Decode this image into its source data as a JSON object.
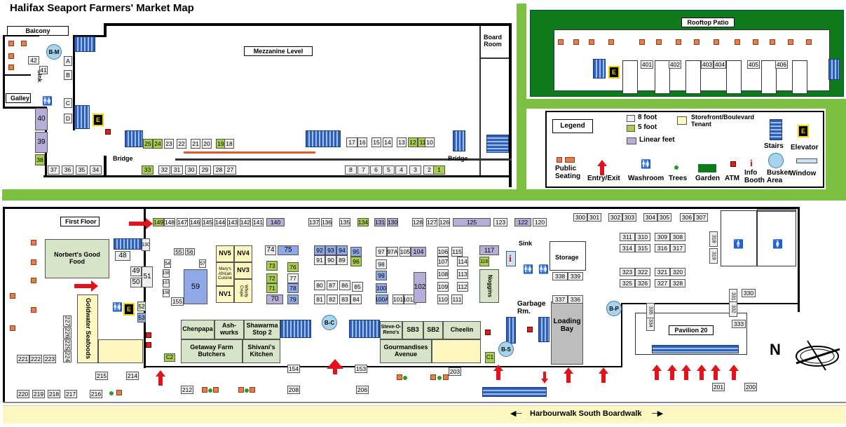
{
  "title": "Halifax Seaport Farmers' Market Map",
  "mezzanine": {
    "label": "Mezzanine Level",
    "balcony": "Balcony",
    "galley": "Galley",
    "sink": "Sink",
    "board_room": "Board Room",
    "bridge_left": "Bridge",
    "bridge_right": "Bridge",
    "busker": "B-M",
    "letters": [
      "A",
      "B",
      "C",
      "D"
    ],
    "stalls_bottom": [
      "37",
      "36",
      "35",
      "34",
      "33",
      "32",
      "31",
      "30",
      "29",
      "28",
      "27",
      "8",
      "7",
      "6",
      "5",
      "4",
      "3",
      "2",
      "1"
    ],
    "stalls_top": [
      "25",
      "24",
      "23",
      "22",
      "21",
      "20",
      "19",
      "18",
      "17",
      "16",
      "15",
      "14",
      "13",
      "12",
      "11",
      "10"
    ],
    "stalls_side": [
      "40",
      "39",
      "38"
    ],
    "stall_42": "42",
    "stall_41": "41"
  },
  "rooftop": {
    "label": "Rooftop Patio",
    "stalls": [
      "401",
      "402",
      "403",
      "404",
      "405",
      "406"
    ]
  },
  "legend": {
    "title": "Legend",
    "eight_foot": "8 foot",
    "five_foot": "5 foot",
    "linear_feet": "Linear feet",
    "storefront": "Storefront/Boulevard Tenant",
    "stairs": "Stairs",
    "elevator": "Elevator",
    "public_seating": "Public Seating",
    "entry_exit": "Entry/Exit",
    "washroom": "Washroom",
    "trees": "Trees",
    "garden": "Garden",
    "atm": "ATM",
    "info_booth": "Info Booth",
    "busker_area": "Busker Area",
    "window": "Window",
    "colors": {
      "eight": "#ffffff",
      "five": "#a7cf4a",
      "linear": "#b6aed6",
      "storefront": "#fff7c0",
      "garden": "#0f7a1c"
    }
  },
  "first_floor": {
    "label": "First Floor",
    "norberts": "Norbert's Good Food",
    "goldwater": "Goldwater Seafoods",
    "tenants": {
      "chenpapa": "Chenpapa",
      "ashwurks": "Ash-wurks",
      "shawarma": "Shawarma Stop 2",
      "getaway": "Getaway Farm Butchers",
      "shivani": "Shivani's Kitchen",
      "steve": "Steve-O-Reno's",
      "sb3": "SB3",
      "sb2": "SB2",
      "cheelin": "Cheelin",
      "gourmandises": "Gourmandises Avenue",
      "noggins": "Noggins",
      "marys": "Mary's African Cuisine",
      "wholly": "Wholly Crepe",
      "nv5": "NV5",
      "nv4": "NV4",
      "nv3": "NV3",
      "nv1": "NV1"
    },
    "sink": "Sink",
    "storage": "Storage",
    "garbage": "Garbage Rm.",
    "loading": "Loading Bay",
    "pavilion": "Pavilion 20",
    "boardwalk": "Harbourwalk South Boardwalk",
    "buskers": {
      "bc": "B-C",
      "bs": "B-S",
      "bp": "B-P"
    },
    "c1": "C1",
    "c2": "C2",
    "top_row": [
      "149",
      "148",
      "147",
      "146",
      "145",
      "144",
      "143",
      "142",
      "141",
      "140",
      "137",
      "136",
      "135",
      "134",
      "131",
      "130",
      "128",
      "127",
      "126",
      "125",
      "123",
      "122",
      "120"
    ],
    "right_top": [
      "300",
      "301",
      "302",
      "303",
      "304",
      "305",
      "306",
      "307"
    ],
    "right_grid": [
      "311",
      "310",
      "309",
      "308",
      "314",
      "315",
      "316",
      "317",
      "323",
      "322",
      "321",
      "320",
      "325",
      "326",
      "327",
      "328"
    ],
    "right_side": [
      "318",
      "319",
      "330",
      "331",
      "332",
      "333",
      "334",
      "335",
      "337",
      "336",
      "338",
      "339"
    ],
    "bottom": [
      "221",
      "222",
      "223",
      "220",
      "219",
      "218",
      "217",
      "216",
      "215",
      "214",
      "212",
      "208",
      "206",
      "203",
      "201",
      "200",
      "154",
      "153",
      "155"
    ]
  }
}
